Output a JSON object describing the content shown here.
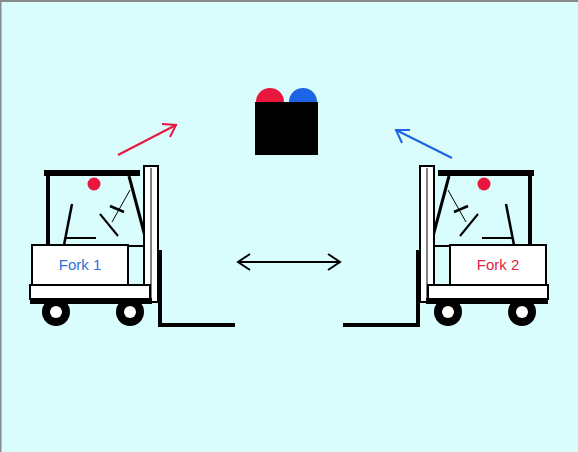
{
  "diagram": {
    "nodes": [
      {
        "text": [
          "Fork 1"
        ]
      },
      {
        "text": [
          "Fork 2"
        ]
      }
    ],
    "edges": [
      {
        "from": 0,
        "to": 1,
        "arrow": "both"
      }
    ]
  }
}
